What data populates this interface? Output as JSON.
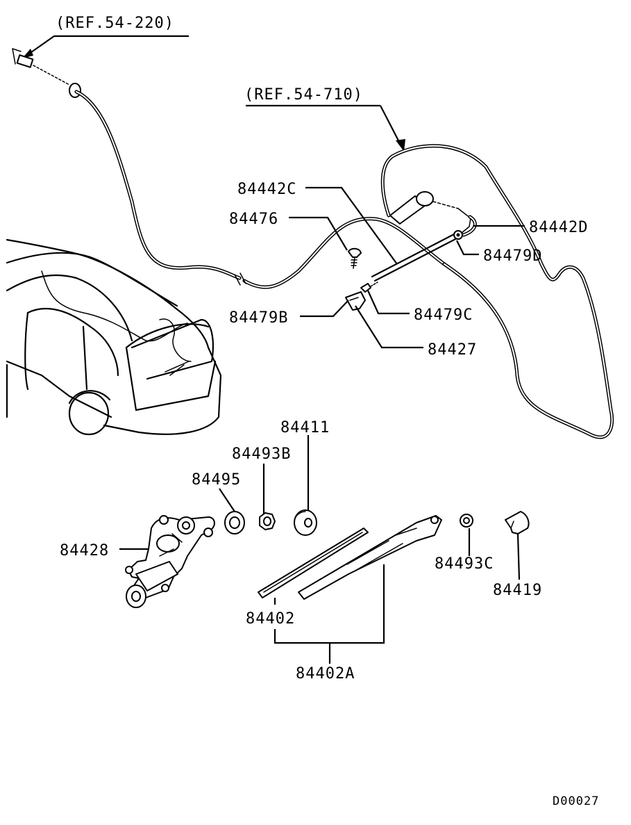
{
  "references": {
    "ref_top_left": "(REF.54-220)",
    "ref_top_right": "(REF.54-710)"
  },
  "parts": {
    "p84442C": "84442C",
    "p84476": "84476",
    "p84442D": "84442D",
    "p84479D": "84479D",
    "p84479B": "84479B",
    "p84479C": "84479C",
    "p84427": "84427",
    "p84411": "84411",
    "p84493B": "84493B",
    "p84495": "84495",
    "p84428": "84428",
    "p84493C": "84493C",
    "p84419": "84419",
    "p84402": "84402",
    "p84402A": "84402A"
  },
  "diagram_code": "D00027"
}
